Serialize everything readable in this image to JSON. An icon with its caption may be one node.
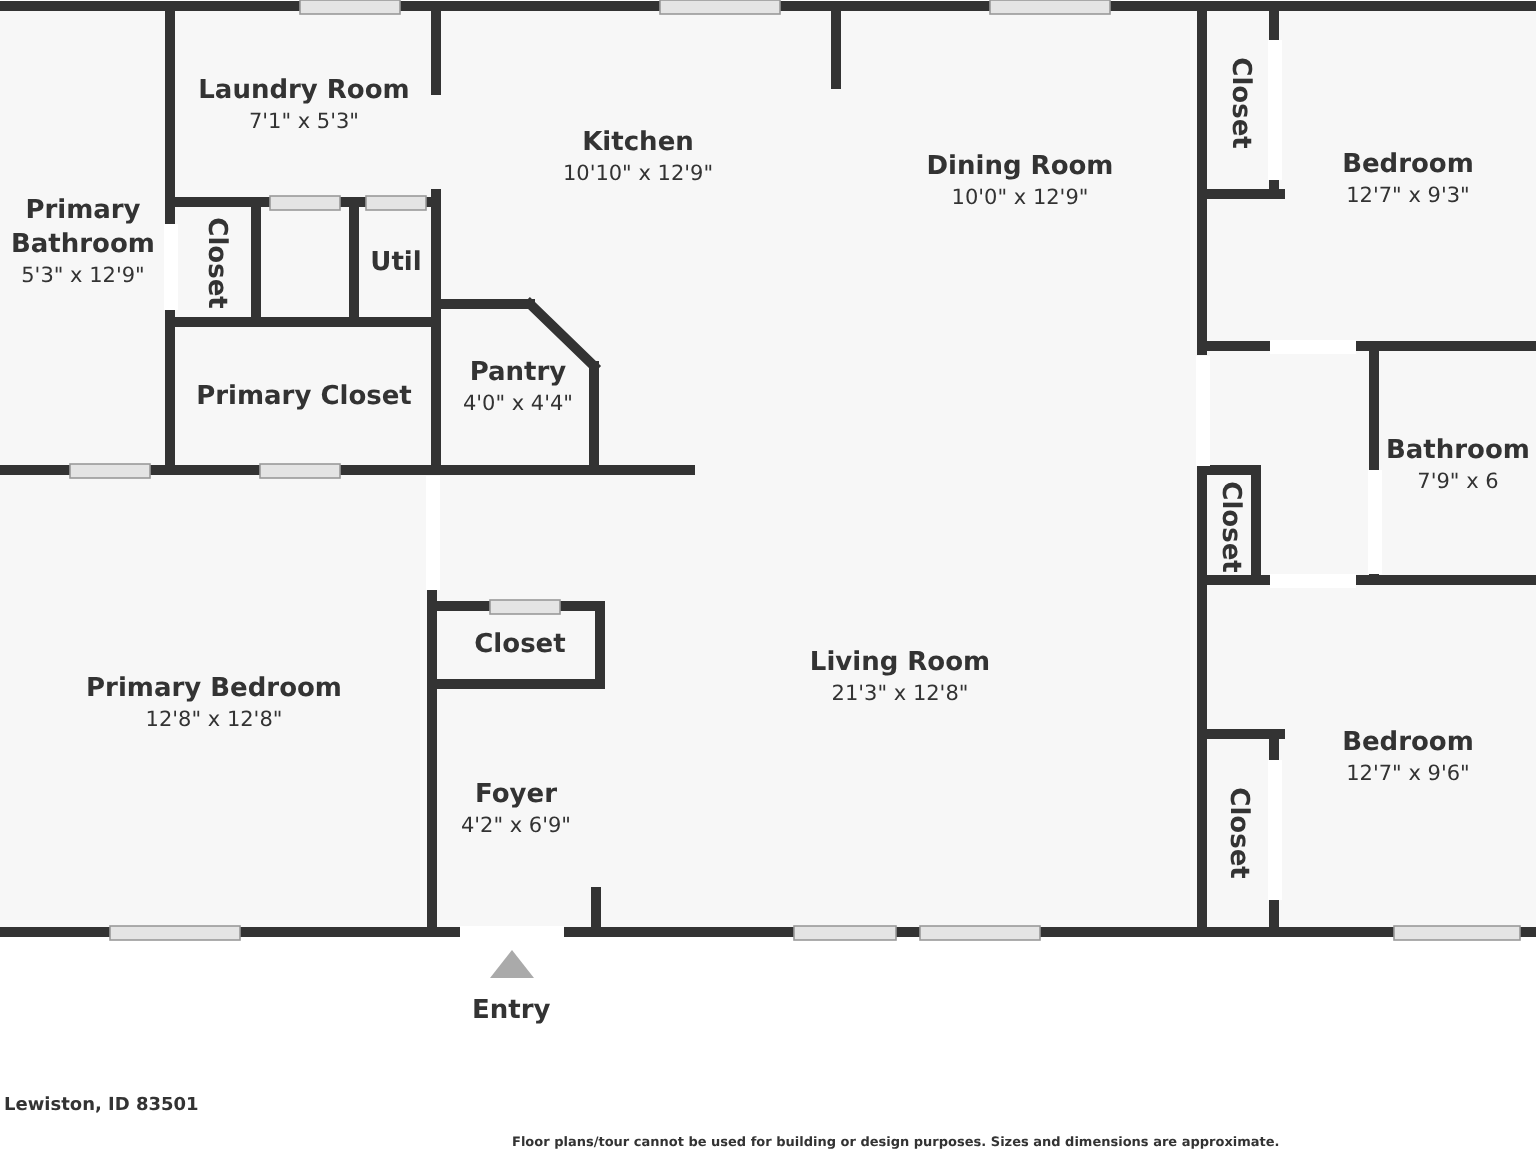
{
  "diagram": {
    "nodes": [
      {
        "text": [
          "Laundry Room",
          "7'1\" x 5'3\""
        ]
      },
      {
        "text": [
          "Primary Bathroom",
          "5'3\" x 12'9\""
        ]
      },
      {
        "text": [
          "Kitchen",
          "10'10\" x 12'9\""
        ]
      },
      {
        "text": [
          "Dining Room",
          "10'0\" x 12'9\""
        ]
      },
      {
        "text": [
          "Closet"
        ]
      },
      {
        "text": [
          "Bedroom",
          "12'7\" x 9'3\""
        ]
      },
      {
        "text": [
          "Closet"
        ]
      },
      {
        "text": [
          "Util"
        ]
      },
      {
        "text": [
          "Primary Closet"
        ]
      },
      {
        "text": [
          "Pantry",
          "4'0\" x 4'4\""
        ]
      },
      {
        "text": [
          "Bathroom",
          "7'9\" x 6"
        ]
      },
      {
        "text": [
          "Closet"
        ]
      },
      {
        "text": [
          "Primary Bedroom",
          "12'8\" x 12'8\""
        ]
      },
      {
        "text": [
          "Closet"
        ]
      },
      {
        "text": [
          "Living Room",
          "21'3\" x 12'8\""
        ]
      },
      {
        "text": [
          "Foyer",
          "4'2\" x 6'9\""
        ]
      },
      {
        "text": [
          "Bedroom",
          "12'7\" x 9'6\""
        ]
      },
      {
        "text": [
          "Closet"
        ]
      }
    ],
    "edges": [],
    "labels": [
      "Entry",
      "Lewiston, ID 83501",
      "Floor plans/tour cannot be used for building or design purposes. Sizes and dimensions are approximate."
    ]
  }
}
